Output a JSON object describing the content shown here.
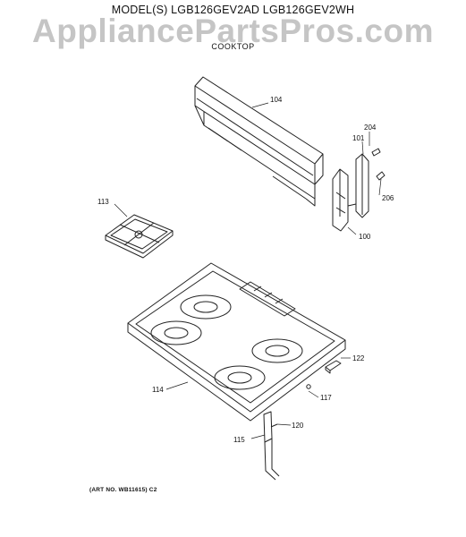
{
  "header": {
    "model_line": "MODEL(S) LGB126GEV2AD  LGB126GEV2WH",
    "watermark": "AppliancePartsPros.com",
    "section_title": "COOKTOP"
  },
  "parts": {
    "p104": "104",
    "p204": "204",
    "p101": "101",
    "p206": "206",
    "p100": "100",
    "p113": "113",
    "p122": "122",
    "p114": "114",
    "p117": "117",
    "p120": "120",
    "p115": "115"
  },
  "footer": {
    "art_no": "(ART NO. WB11615) C2"
  }
}
